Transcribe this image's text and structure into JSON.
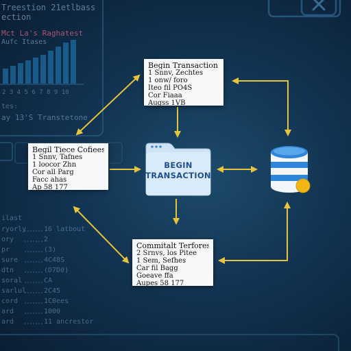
{
  "background": {
    "title_lines": [
      "Treestion 21etlbass",
      "ection"
    ],
    "subtitle": "Mct La's Raghatest",
    "subtitle2": "Aufc Itases",
    "axis_numbers": "2  3  4  5  6  7  8  9 10",
    "caption1": "tes:",
    "caption2": "ay 13'S Transtetone",
    "table_header": "ilast",
    "table_rows": [
      {
        "left": "ryorly",
        "right": "16 latbout"
      },
      {
        "left": "ory",
        "right": "2"
      },
      {
        "left": "pr",
        "right": "(3)"
      },
      {
        "left": "sure",
        "right": "4C48S"
      },
      {
        "left": "dtn",
        "right": "(D7D0)"
      },
      {
        "left": "soral",
        "right": "CA"
      },
      {
        "left": "sarlul",
        "right": "2C45"
      },
      {
        "left": "cord",
        "right": "1C0ees"
      },
      {
        "left": "ard",
        "right": "1000"
      },
      {
        "left": "ard",
        "right": "11 ancrestor"
      }
    ]
  },
  "cards": {
    "top": [
      "Begin Transaction",
      "1 Snnv, Zechtes",
      "1 onw/ foro",
      "Iteo fil PO4S",
      "Cor Fiaaa",
      "Augss 1VB"
    ],
    "left": [
      "Begil Tiece Cofiees",
      "1 Snnv, Tafnes",
      "1 loocor Zhn",
      "Cor all Parg",
      "Facc ahas",
      "Ap 58 177"
    ],
    "bottom": [
      "Commitalt Terfores",
      "2 Srnvs, los Pitee",
      "1 Sem, Sefhes",
      "Car fil Bagg",
      "Goeave ffa",
      "Aupes 58 177"
    ]
  },
  "folder": {
    "label_line1": "BEGIN",
    "label_line2": "TRANSACTION"
  },
  "colors": {
    "arrow": "#e8c33d",
    "folder_body": "#cfe3f4",
    "folder_label": "#1e4f8f",
    "db_stripe": "#2e86dc",
    "db_dot": "#f2b714",
    "card_bg": "#f6f8fa"
  },
  "icons": {
    "folder": "folder-icon",
    "database": "database-icon",
    "close": "close-icon"
  }
}
